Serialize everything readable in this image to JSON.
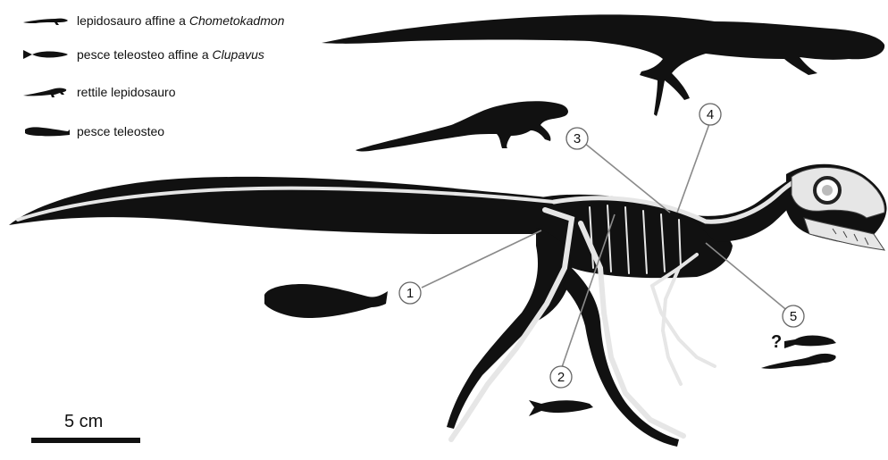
{
  "legend": [
    {
      "text": "lepidosauro affine a ",
      "italic": "Chometokadmon",
      "icon": "lizard-slender-icon"
    },
    {
      "text": "pesce teleosteo affine a ",
      "italic": "Clupavus",
      "icon": "fish-slender-icon"
    },
    {
      "text": "rettile lepidosauro",
      "italic": "",
      "icon": "lizard-icon"
    },
    {
      "text": "pesce teleosteo",
      "italic": "",
      "icon": "fish-icon"
    }
  ],
  "scale_bar": {
    "label": "5 cm"
  },
  "callouts": [
    "1",
    "2",
    "3",
    "4",
    "5"
  ],
  "question_mark": "?",
  "colors": {
    "silhouette": "#111111",
    "bone": "#e6e6e6",
    "bone_shadow": "#bdbdbd",
    "line": "#8a8a8a"
  }
}
